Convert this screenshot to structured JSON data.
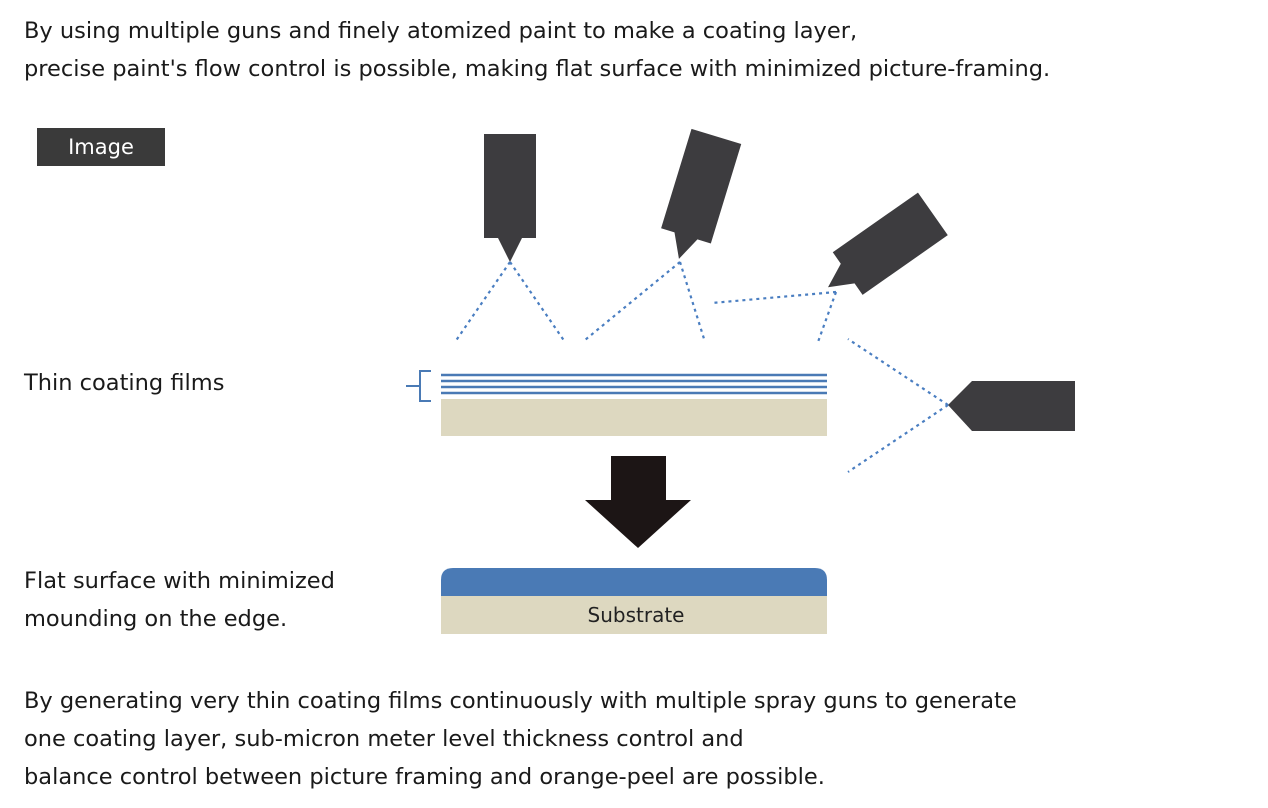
{
  "intro": {
    "lines": [
      "By using multiple guns and finely atomized paint to make a coating layer,",
      "precise paint's flow control is possible, making flat surface with minimized picture-framing."
    ]
  },
  "badge": {
    "label": "Image"
  },
  "diagram": {
    "films_label": "Thin coating films",
    "flat_label_lines": [
      "Flat surface with minimized",
      "mounding  on the edge."
    ],
    "substrate_label": "Substrate",
    "colors": {
      "gun": "#3d3c3f",
      "spray": "#4a7ec1",
      "film": "#4a7ab5",
      "substrate": "#ddd8c0",
      "arrow": "#1c1515",
      "bracket": "#4a7ab5"
    },
    "icons": [
      "spray-gun-icon",
      "down-arrow-icon"
    ]
  },
  "outro": {
    "lines": [
      "By  generating very thin coating films continuously with multiple spray guns to generate",
      "one coating layer, sub-micron meter level thickness control and",
      "balance control between picture framing and orange-peel are possible."
    ]
  }
}
